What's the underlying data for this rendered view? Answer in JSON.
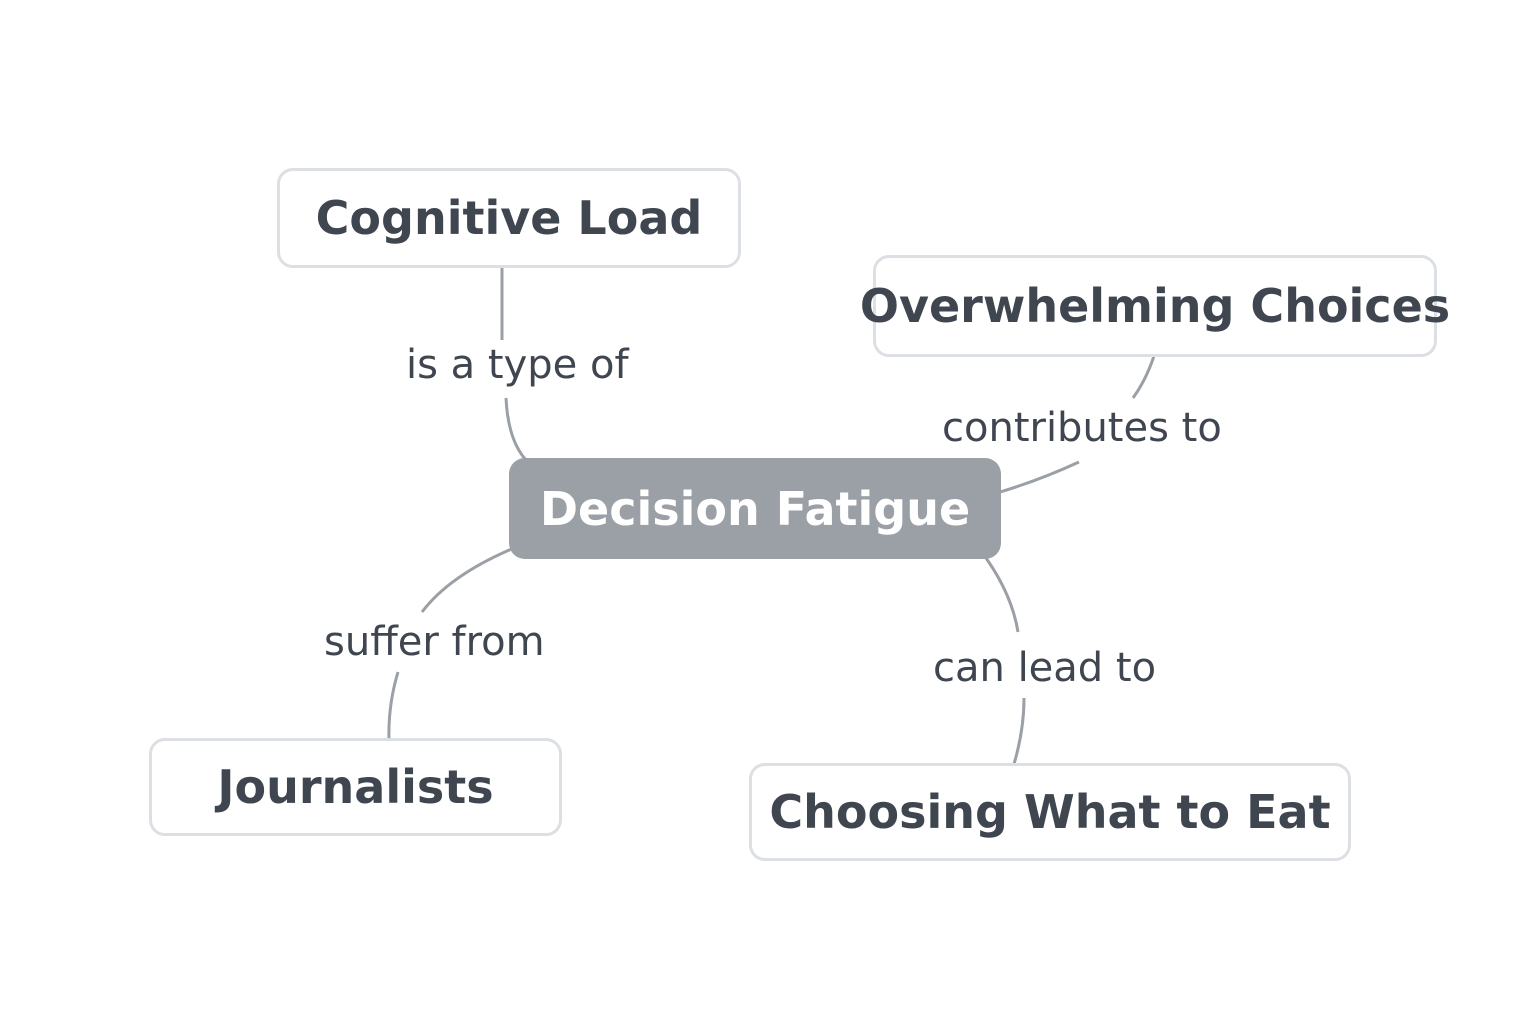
{
  "diagram": {
    "center": {
      "label": "Decision Fatigue"
    },
    "nodes": {
      "cognitive_load": {
        "label": "Cognitive Load"
      },
      "overwhelming_choices": {
        "label": "Overwhelming Choices"
      },
      "journalists": {
        "label": "Journalists"
      },
      "choosing_what_to_eat": {
        "label": "Choosing What to Eat"
      }
    },
    "edges": {
      "is_a_type_of": {
        "label": "is a type of",
        "from": "Decision Fatigue",
        "to": "Cognitive Load"
      },
      "contributes_to": {
        "label": "contributes to",
        "from": "Overwhelming Choices",
        "to": "Decision Fatigue"
      },
      "suffer_from": {
        "label": "suffer from",
        "from": "Journalists",
        "to": "Decision Fatigue"
      },
      "can_lead_to": {
        "label": "can lead to",
        "from": "Decision Fatigue",
        "to": "Choosing What to Eat"
      }
    },
    "colors": {
      "center_fill": "#9aa0a6",
      "node_border": "#dcdfe3",
      "edge_stroke": "#9aa0a6",
      "text": "#3f4650"
    }
  }
}
